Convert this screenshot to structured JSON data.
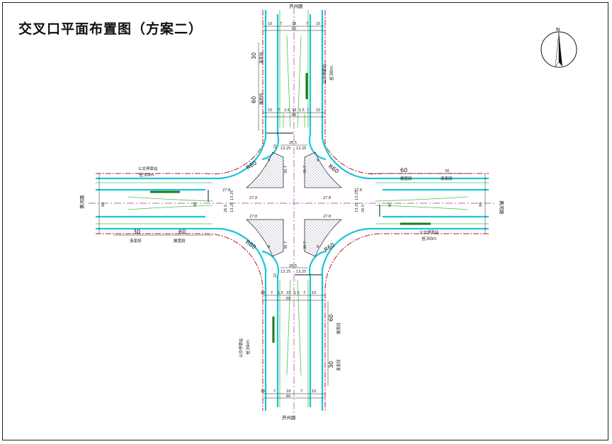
{
  "title": "交叉口平面布置图（方案二）",
  "north": "N",
  "roads": {
    "ns_name": "开州路",
    "ew_name": "黄河路"
  },
  "labels": {
    "bus_stop": "公交停靠站",
    "bus_len": "长30m",
    "transition": "渐变段",
    "widening": "展宽段",
    "radius": "R60"
  },
  "dims": {
    "lane10": "10",
    "lane7": "7",
    "lane18": "18",
    "lane15": "1.5",
    "lane33": "33",
    "width60": "60",
    "len30": "30",
    "len60": "60",
    "d265": "26.5",
    "d1325": "13.25",
    "d278": "27.8",
    "d307": "30.7",
    "d9": "9",
    "d22": "22"
  }
}
